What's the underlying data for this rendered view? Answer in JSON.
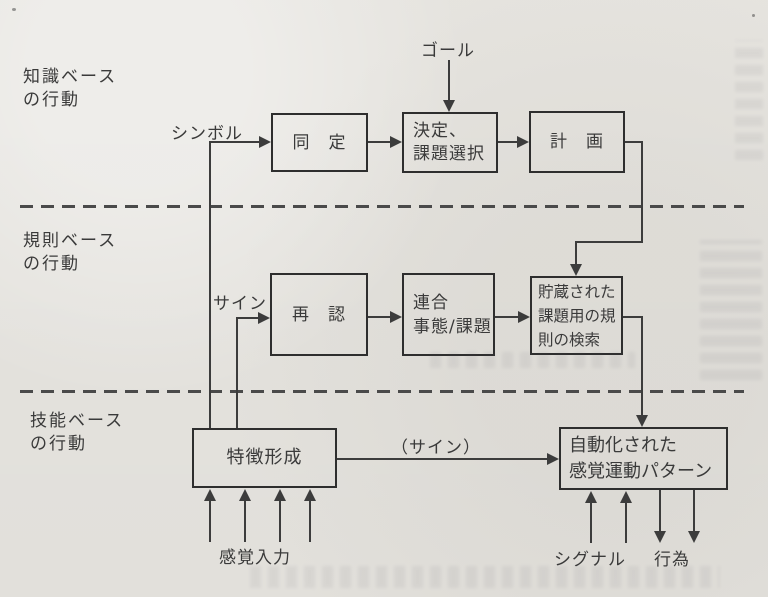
{
  "colors": {
    "paper": "#e9e7e2",
    "ink": "#3a3a3a",
    "line": "#3c3c3c"
  },
  "sections": {
    "knowledge": [
      "知識ベース",
      "の行動"
    ],
    "rule": [
      "規則ベース",
      "の行動"
    ],
    "skill": [
      "技能ベース",
      "の行動"
    ]
  },
  "boxes": {
    "identification": [
      "同　定"
    ],
    "decision": [
      "決定、",
      "課題選択"
    ],
    "planning": [
      "計　画"
    ],
    "recognition": [
      "再　認"
    ],
    "association": [
      "連合",
      "事態/課題"
    ],
    "stored_rules": [
      "貯蔵された",
      "課題用の規",
      "則の検索"
    ],
    "feature_formation": [
      "特徴形成"
    ],
    "sensorimotor": [
      "自動化された",
      "感覚運動パターン"
    ]
  },
  "labels": {
    "goal": "ゴール",
    "symbol": "シンボル",
    "sign": "サイン",
    "sign_paren": "（サイン）",
    "sensory_input": "感覚入力",
    "signal": "シグナル",
    "action": "行為"
  }
}
